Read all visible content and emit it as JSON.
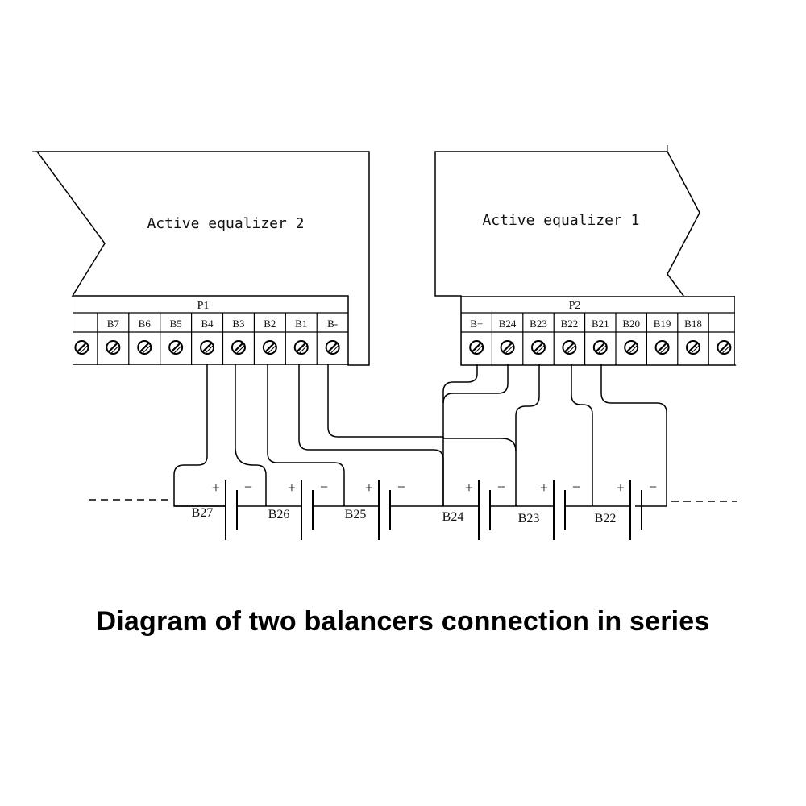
{
  "equalizer_2": {
    "title": "Active equalizer 2",
    "connector": "P1",
    "terminals": [
      "",
      "B7",
      "B6",
      "B5",
      "B4",
      "B3",
      "B2",
      "B1",
      "B-"
    ]
  },
  "equalizer_1": {
    "title": "Active equalizer 1",
    "connector": "P2",
    "terminals": [
      "B+",
      "B24",
      "B23",
      "B22",
      "B21",
      "B20",
      "B19",
      "B18"
    ]
  },
  "cells": [
    {
      "label": "B27",
      "plus": "+",
      "minus": "−"
    },
    {
      "label": "B26",
      "plus": "+",
      "minus": "−"
    },
    {
      "label": "B25",
      "plus": "+",
      "minus": "−"
    },
    {
      "label": "B24",
      "plus": "+",
      "minus": "−"
    },
    {
      "label": "B23",
      "plus": "+",
      "minus": "−"
    },
    {
      "label": "B22",
      "plus": "+",
      "minus": "−"
    }
  ],
  "caption": "Diagram of two balancers connection in series"
}
